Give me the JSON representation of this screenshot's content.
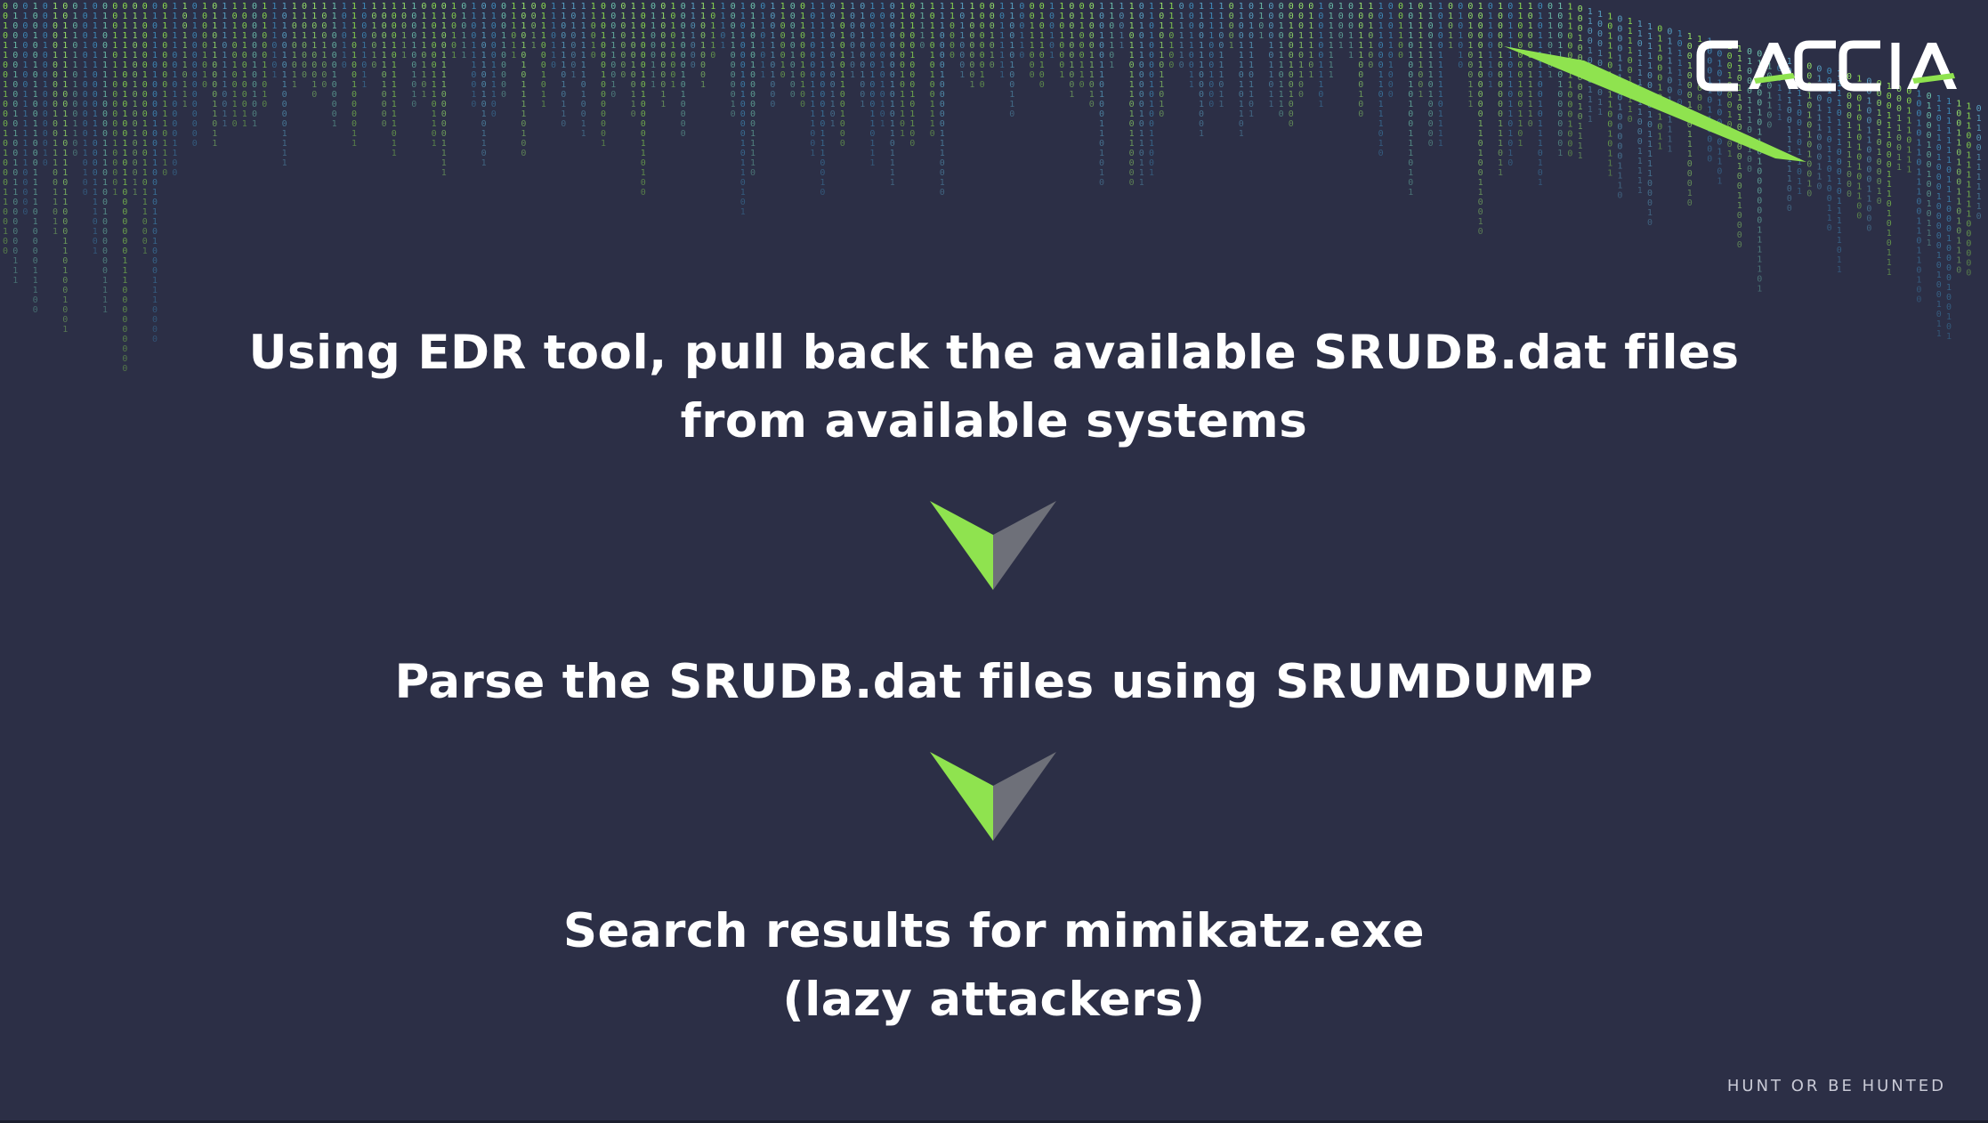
{
  "brand": {
    "name": "CACCIA",
    "accent_color": "#8fe34f",
    "accent_dark": "#6e7079",
    "background": "#2c2f46"
  },
  "steps": [
    {
      "lines": [
        "Using EDR tool, pull back the available SRUDB.dat files",
        "from available systems"
      ]
    },
    {
      "lines": [
        "Parse the SRUDB.dat files using SRUMDUMP"
      ]
    },
    {
      "lines": [
        "Search results for mimikatz.exe",
        "(lazy attackers)"
      ]
    }
  ],
  "arrows": [
    {
      "icon": "chevron-down-icon"
    },
    {
      "icon": "chevron-down-icon"
    }
  ],
  "footer": {
    "tagline": "HUNT OR BE HUNTED"
  }
}
